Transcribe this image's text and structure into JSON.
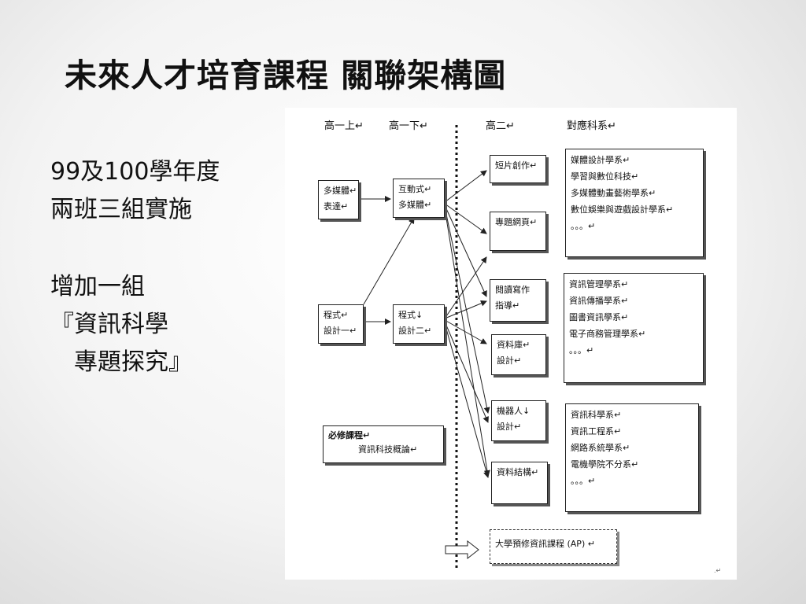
{
  "title": "未來人才培育課程  關聯架構圖",
  "bullets": {
    "line1": "99及100學年度",
    "line2": "兩班三組實施",
    "line3": "增加一組",
    "line4": "『資訊科學",
    "line5": "專題探究』"
  },
  "diagram": {
    "headers": {
      "h1a": "高一上↵",
      "h1b": "高一下↵",
      "h2": "高二↵",
      "dept": "對應科系↵"
    },
    "boxes": {
      "multimedia": [
        "多媒體↵",
        "表達↵"
      ],
      "interactive": [
        "互動式↵",
        "多媒體↵"
      ],
      "prog1": [
        "程式↵",
        "設計一↵"
      ],
      "prog2": [
        "程式↓",
        "設計二↵"
      ],
      "short_film": [
        "短片創作↵"
      ],
      "web_topic": [
        "專題網頁↵"
      ],
      "reading": [
        "閱讀寫作",
        "指導↵"
      ],
      "database": [
        "資料庫↵",
        "設計↵"
      ],
      "robot": [
        "機器人↓",
        "設計↵"
      ],
      "data_struct": [
        "資料結構↵"
      ],
      "required_title": "必修課程↵",
      "required_course": "資訊科技概論↵",
      "ap": "大學預修資訊課程 (AP) ↵"
    },
    "departments": {
      "group1": [
        "媒體設計學系↵",
        "學習與數位科技↵",
        "多媒體動畫藝術學系↵",
        "數位娛樂與遊戲設計學系↵",
        "。。。↵"
      ],
      "group2": [
        "資訊管理學系↵",
        "資訊傳播學系↵",
        "圖書資訊學系↵",
        "電子商務管理學系↵",
        "。。。↵"
      ],
      "group3": [
        "資訊科學系↵",
        "資訊工程系↵",
        "網路系統學系↵",
        "電機學院不分系↵",
        "。。。↵"
      ]
    },
    "corner_mark": ".↵"
  }
}
